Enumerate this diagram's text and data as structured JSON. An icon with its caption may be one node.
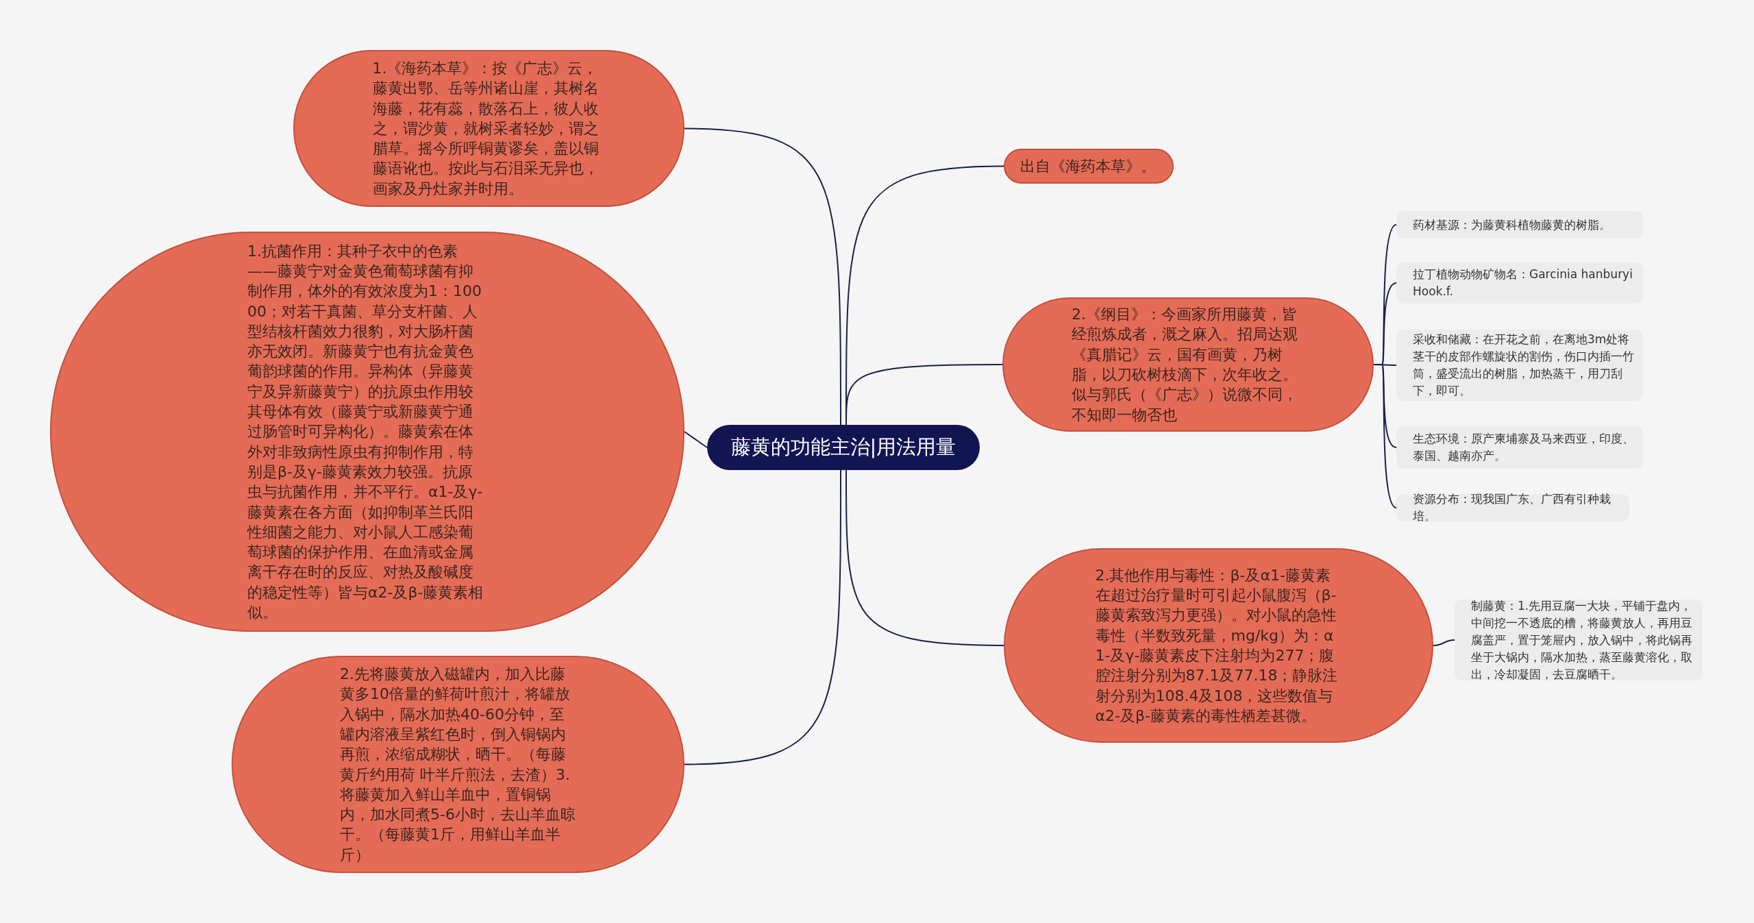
{
  "diagram": {
    "nodes": [
      {
        "text": [
          "藤黄的功能主治|用法用量"
        ]
      },
      {
        "text": [
          "1.《海药本草》：按《广志》云，藤黄出鄂、岳等州诸山崖，其树名海藤，花有蕊，散落石上，彼人收之，谓沙黄，就树采者轻妙，谓之腊草。摇今所呼铜黄谬矣，盖以铜藤语讹也。按此与石泪采无异也，画家及丹灶家并时用。"
        ]
      },
      {
        "text": [
          "1.抗菌作用：其种子衣中的色素——藤黄宁对金黄色葡萄球菌有抑制作用，体外的有效浓度为1：10000；对若干真菌、草分支杆菌、人型结核杆菌效力很豹，对大肠杆菌亦无效闭。新藤黄宁也有抗金黄色葡韵球菌的作用。异构体（异藤黄宁及异新藤黄宁）的抗原虫作用较其母体有效（藤黄宁或新藤黄宁通过肠管时可异构化）。藤黄索在体外对非致病性原虫有抑制作用，特别是β-及γ-藤黄素效力较强。抗原虫与抗菌作用，并不平行。α1-及γ-藤黄素在各方面（如抑制革兰氏阳性细菌之能力、对小鼠人工感染葡萄球菌的保护作用、在血清或金属离干存在时的反应、对热及酸碱度的稳定性等）皆与α2-及β-藤黄素相似。"
        ]
      },
      {
        "text": [
          "2.先将藤黄放入磁罐内，加入比藤黄多10倍量的鲜荷叶煎汁，将罐放入锅中，隔水加热40-60分钟，至罐内溶液呈紫红色时，倒入铜锅内再煎，浓缩成糊状，晒干。（每藤黄斤约用荷 叶半斤煎法，去渣）3.将藤黄加入鲜山羊血中，置铜锅内，加水同煮5-6小时，去山羊血晾干。（每藤黄1斤，用鲜山羊血半斤）"
        ]
      },
      {
        "text": [
          "出自《海药本草》。"
        ]
      },
      {
        "text": [
          "2.《纲目》：今画家所用藤黄，皆经煎炼成者，溉之麻入。招局达观《真腊记》云，国有画黄，乃树脂，以刀砍树枝滴下，次年收之。似与郭氏（《广志》）说微不同，不知即一物否也"
        ]
      },
      {
        "text": [
          "药材基源：为藤黄科植物藤黄的树脂。"
        ]
      },
      {
        "text": [
          "拉丁植物动物矿物名：Garcinia hanburyi Hook.f."
        ]
      },
      {
        "text": [
          "采收和储藏：在开花之前，在离地3m处将茎干的皮部作螺旋状的割伤，伤口内插一竹筒，盛受流出的树脂，加热蒸干，用刀刮下，即可。"
        ]
      },
      {
        "text": [
          "生态环境：原产柬埔寨及马来西亚，印度、泰国、越南亦产。"
        ]
      },
      {
        "text": [
          "资源分布：现我国广东、广西有引种栽培。"
        ]
      },
      {
        "text": [
          "2.其他作用与毒性：β-及α1-藤黄素在超过治疗量时可引起小鼠腹泻（β-藤黄索致泻力更强）。对小鼠的急性毒性（半数致死量，mg/kg）为：α1-及γ-藤黄素皮下注射均为277；腹腔注射分别为87.1及77.18；静脉注射分别为108.4及108，这些数值与α2-及β-藤黄素的毒性栖差甚微。"
        ]
      },
      {
        "text": [
          "制藤黄：1.先用豆腐一大块，平铺于盘内，中间挖一不透底的槽，将藤黄放人，再用豆腐盖严，置于笼屉内，放入锅中，将此锅再坐于大锅内，隔水加热，蒸至藤黄溶化，取出，冷却凝固，去豆腐晒干。"
        ]
      }
    ],
    "edges": [
      {
        "from": 0,
        "to": 1,
        "arrow": "none"
      },
      {
        "from": 0,
        "to": 2,
        "arrow": "none"
      },
      {
        "from": 0,
        "to": 3,
        "arrow": "none"
      },
      {
        "from": 0,
        "to": 4,
        "arrow": "none"
      },
      {
        "from": 0,
        "to": 5,
        "arrow": "none"
      },
      {
        "from": 5,
        "to": 6,
        "arrow": "none"
      },
      {
        "from": 5,
        "to": 7,
        "arrow": "none"
      },
      {
        "from": 5,
        "to": 8,
        "arrow": "none"
      },
      {
        "from": 5,
        "to": 9,
        "arrow": "none"
      },
      {
        "from": 5,
        "to": 10,
        "arrow": "none"
      },
      {
        "from": 0,
        "to": 11,
        "arrow": "none"
      },
      {
        "from": 11,
        "to": 12,
        "arrow": "none"
      }
    ]
  }
}
